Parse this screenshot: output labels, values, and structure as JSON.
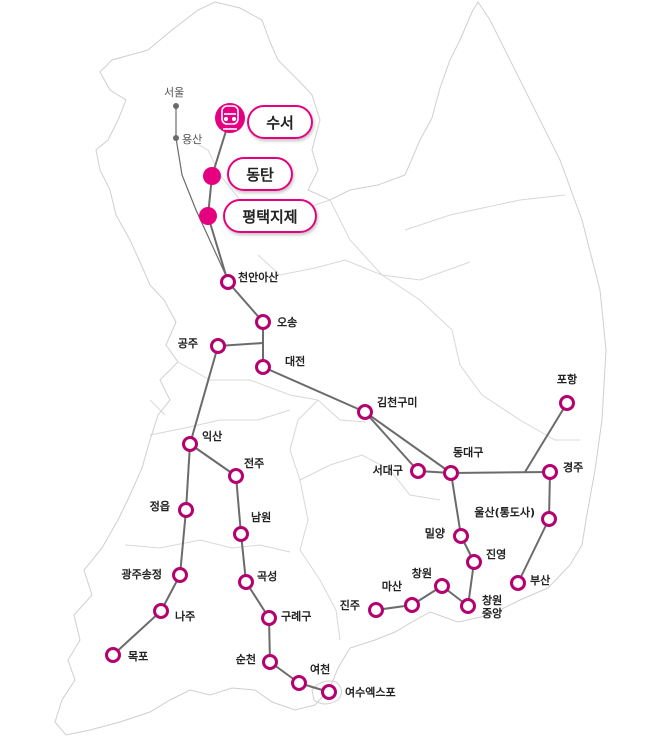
{
  "colors": {
    "accent": "#e4007f",
    "line": "#666666",
    "station_ring": "#b5006f"
  },
  "srt_stations": [
    {
      "name": "수서",
      "icon": "train-icon"
    },
    {
      "name": "동탄"
    },
    {
      "name": "평택지제"
    }
  ],
  "ref_stations": [
    "서울",
    "용산"
  ],
  "stations": [
    {
      "id": "cheonan",
      "name": "천안아산"
    },
    {
      "id": "osong",
      "name": "오송"
    },
    {
      "id": "gongju",
      "name": "공주"
    },
    {
      "id": "daejeon",
      "name": "대전"
    },
    {
      "id": "gimcheon",
      "name": "김천구미"
    },
    {
      "id": "iksan",
      "name": "익산"
    },
    {
      "id": "jeonju",
      "name": "전주"
    },
    {
      "id": "jeongeup",
      "name": "정읍"
    },
    {
      "id": "namwon",
      "name": "남원"
    },
    {
      "id": "gwangju",
      "name": "광주송정"
    },
    {
      "id": "gokseong",
      "name": "곡성"
    },
    {
      "id": "naju",
      "name": "나주"
    },
    {
      "id": "gurye",
      "name": "구례구"
    },
    {
      "id": "mokpo",
      "name": "목포"
    },
    {
      "id": "suncheon",
      "name": "순천"
    },
    {
      "id": "yeocheon",
      "name": "여천"
    },
    {
      "id": "yeosu",
      "name": "여수엑스포"
    },
    {
      "id": "seodaegu",
      "name": "서대구"
    },
    {
      "id": "dongdaegu",
      "name": "동대구"
    },
    {
      "id": "pohang",
      "name": "포항"
    },
    {
      "id": "gyeongju",
      "name": "경주"
    },
    {
      "id": "ulsan",
      "name": "울산(통도사)"
    },
    {
      "id": "miryang",
      "name": "밀양"
    },
    {
      "id": "jinyeong",
      "name": "진영"
    },
    {
      "id": "busan",
      "name": "부산"
    },
    {
      "id": "changwon",
      "name": "창원"
    },
    {
      "id": "masan",
      "name": "마산"
    },
    {
      "id": "jinju",
      "name": "진주"
    },
    {
      "id": "changwon_jungang",
      "name": "창원\n중앙"
    }
  ]
}
